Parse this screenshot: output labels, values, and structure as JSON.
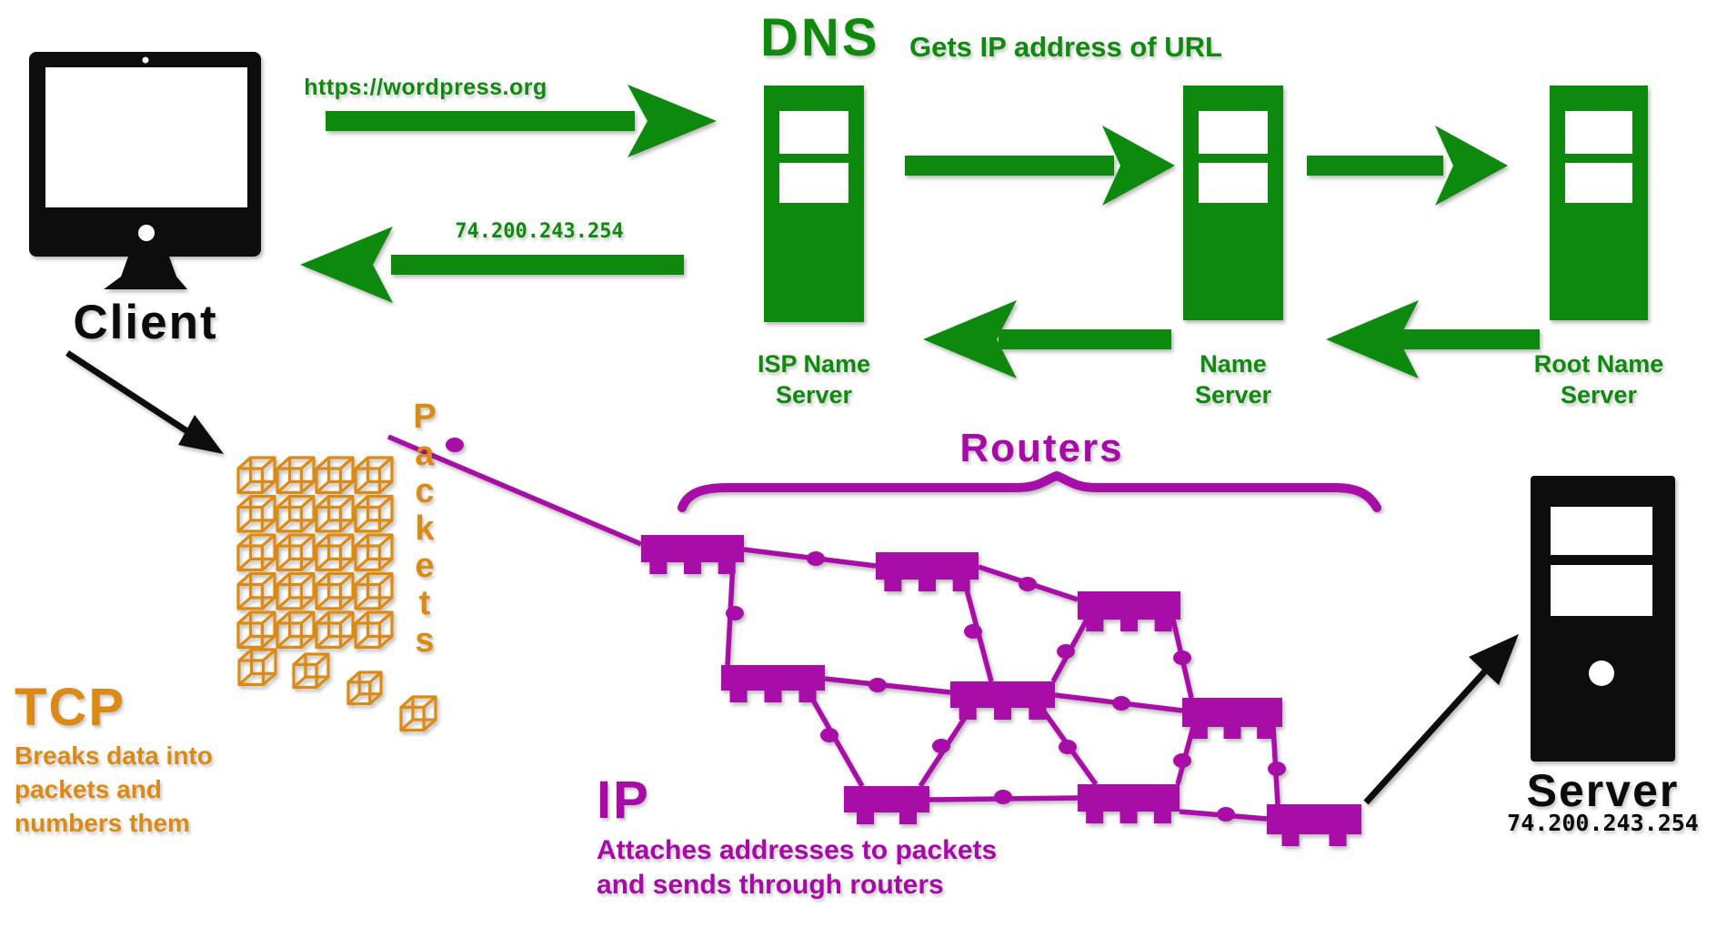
{
  "colors": {
    "green": "#0F8A0F",
    "purple": "#A80AA8",
    "orange": "#DC8A15",
    "black": "#0B0B0B"
  },
  "client": {
    "label": "Client"
  },
  "request": {
    "url": "https://wordpress.org"
  },
  "response": {
    "ip": "74.200.243.254"
  },
  "dns": {
    "title": "DNS",
    "subtitle": "Gets IP address of URL",
    "servers": [
      {
        "label": "ISP Name\nServer"
      },
      {
        "label": "Name\nServer"
      },
      {
        "label": "Root Name\nServer"
      }
    ]
  },
  "tcp": {
    "title": "TCP",
    "description": "Breaks data into\npackets and\nnumbers them",
    "packets_label": "Packets"
  },
  "ip_protocol": {
    "title": "IP",
    "description": "Attaches addresses to packets\nand sends through routers"
  },
  "routers": {
    "title": "Routers"
  },
  "server": {
    "label": "Server",
    "ip": "74.200.243.254"
  }
}
